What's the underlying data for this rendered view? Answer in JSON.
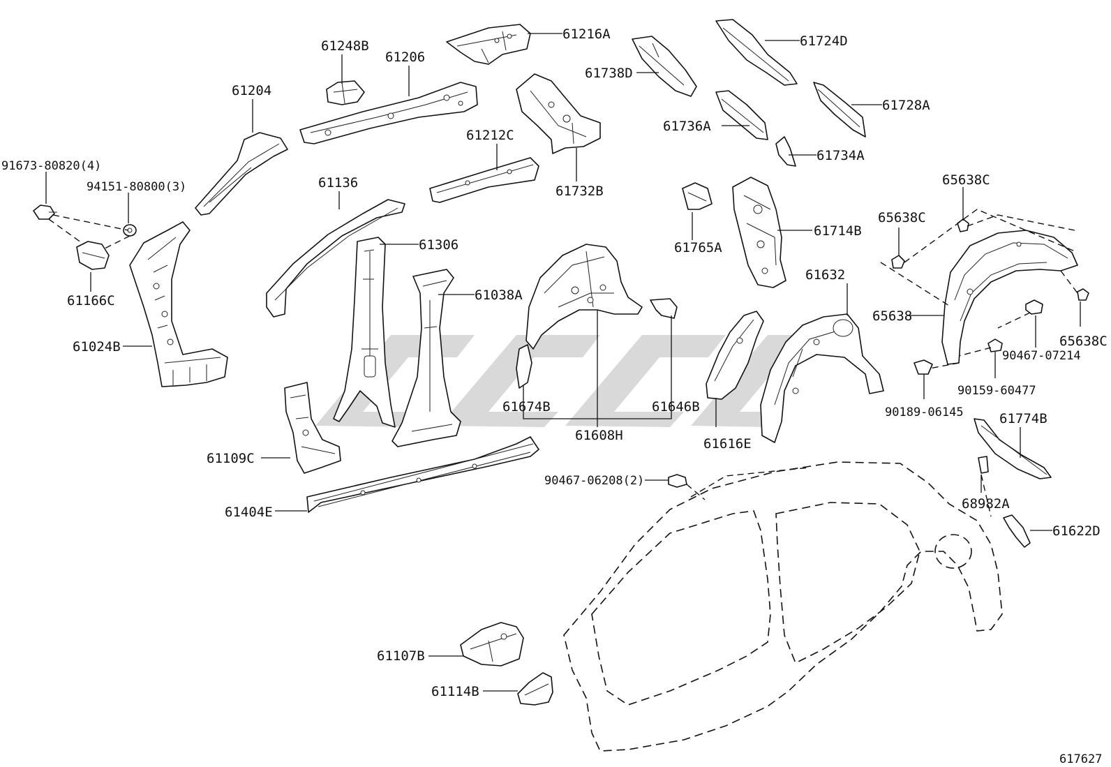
{
  "diagram_code": "617627",
  "watermark_text": "",
  "parts": {
    "p61216A": "61216A",
    "p61248B": "61248B",
    "p61206": "61206",
    "p61204": "61204",
    "p61738D": "61738D",
    "p61724D": "61724D",
    "p61728A": "61728A",
    "p61736A": "61736A",
    "p61734A": "61734A",
    "p61212C": "61212C",
    "p61732B": "61732B",
    "p91673": "91673-80820(4)",
    "p94151": "94151-80800(3)",
    "p61136": "61136",
    "p61306": "61306",
    "p61038A": "61038A",
    "p61166C": "61166C",
    "p61024B": "61024B",
    "p61765A": "61765A",
    "p61714B": "61714B",
    "p65638C_top": "65638C",
    "p65638C_mid": "65638C",
    "p65638C_right": "65638C",
    "p61632": "61632",
    "p65638": "65638",
    "p90467_07214": "90467-07214",
    "p90159": "90159-60477",
    "p90189": "90189-06145",
    "p61774B": "61774B",
    "p61674B": "61674B",
    "p61646B": "61646B",
    "p61608H": "61608H",
    "p61616E": "61616E",
    "p61109C": "61109C",
    "p61404E": "61404E",
    "p90467_06208": "90467-06208(2)",
    "p68982A": "68982A",
    "p61622D": "61622D",
    "p61107B": "61107B",
    "p61114B": "61114B"
  }
}
